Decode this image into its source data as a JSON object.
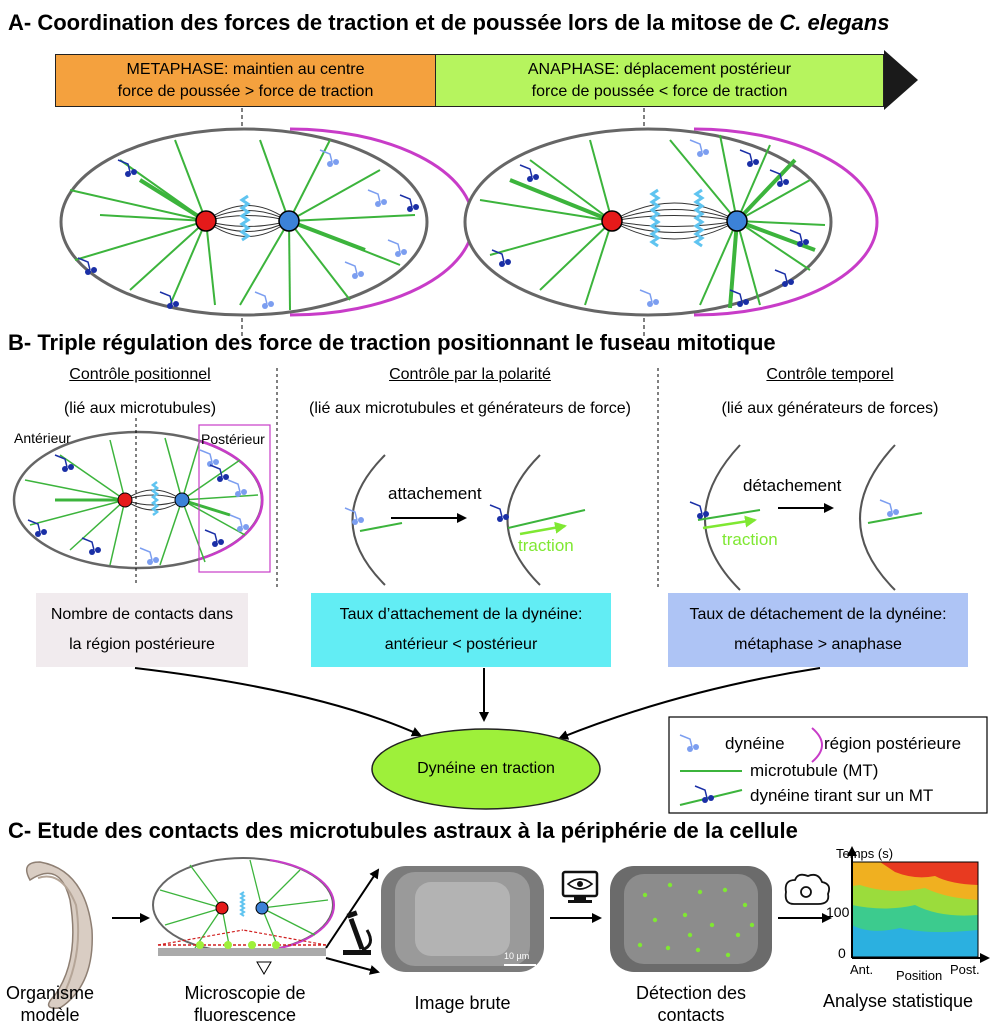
{
  "sectionA": {
    "title_prefix": "A- Coordination des forces de traction et de poussée lors de la mitose de ",
    "title_italic": "C. elegans",
    "metaphase_line1": "METAPHASE: maintien au centre",
    "metaphase_line2": "force de poussée > force de traction",
    "anaphase_line1": "ANAPHASE: déplacement postérieur",
    "anaphase_line2": "force de poussée < force de traction",
    "colors": {
      "metaphase": "#f4a13e",
      "anaphase": "#b6f45e",
      "arrow_head": "#1a1a1a"
    }
  },
  "sectionB": {
    "title": "B- Triple régulation des force de traction positionnant le fuseau mitotique",
    "col1_heading": "Contrôle positionnel",
    "col1_sub": "(lié aux microtubules)",
    "col2_heading": "Contrôle par la polarité",
    "col2_sub": "(lié aux microtubules et générateurs de force)",
    "col3_heading": "Contrôle temporel",
    "col3_sub": "(lié aux générateurs de forces)",
    "label_anterior": "Antérieur",
    "label_posterior": "Postérieur",
    "attach_label": "attachement",
    "detach_label": "détachement",
    "traction_label": "traction",
    "box1_line1": "Nombre de contacts dans",
    "box1_line2": "la région postérieure",
    "box2_line1": "Taux d’attachement de la dynéine:",
    "box2_line2": "antérieur < postérieur",
    "box3_line1": "Taux de détachement de la dynéine:",
    "box3_line2": "métaphase > anaphase",
    "center_label": "Dynéine en traction",
    "legend_dynein": "dynéine",
    "legend_region": "région postérieure",
    "legend_mt": "microtubule (MT)",
    "legend_pulling": "dynéine tirant sur un MT",
    "colors": {
      "box1": "#f1ebee",
      "box2": "#62edf4",
      "box3": "#aec4f5",
      "center": "#9ef03a",
      "microtubule": "#3cb43c",
      "dynein_light": "#7c9ef0",
      "dynein_dark": "#1a2fa6",
      "posterior": "#c83cc8",
      "pole_red": "#e51a1a",
      "pole_blue": "#3c82d8",
      "chromosome": "#5fc4f0",
      "traction": "#7fe832"
    }
  },
  "sectionC": {
    "title": "C- Etude des contacts des microtubules astraux à la périphérie de la cellule",
    "step1_line1": "Organisme",
    "step1_line2": "modèle",
    "step2_line1": "Microscopie de",
    "step2_line2": "fluorescence",
    "step3": "Image brute",
    "scale_bar": "10 µm",
    "step4_line1": "Détection des",
    "step4_line2": "contacts",
    "step5": "Analyse statistique",
    "heatmap_ylabel": "Temps (s)",
    "heatmap_tick_100": "100",
    "heatmap_tick_0": "0",
    "heatmap_xlabel": "Position",
    "heatmap_x_left": "Ant.",
    "heatmap_x_right": "Post."
  }
}
